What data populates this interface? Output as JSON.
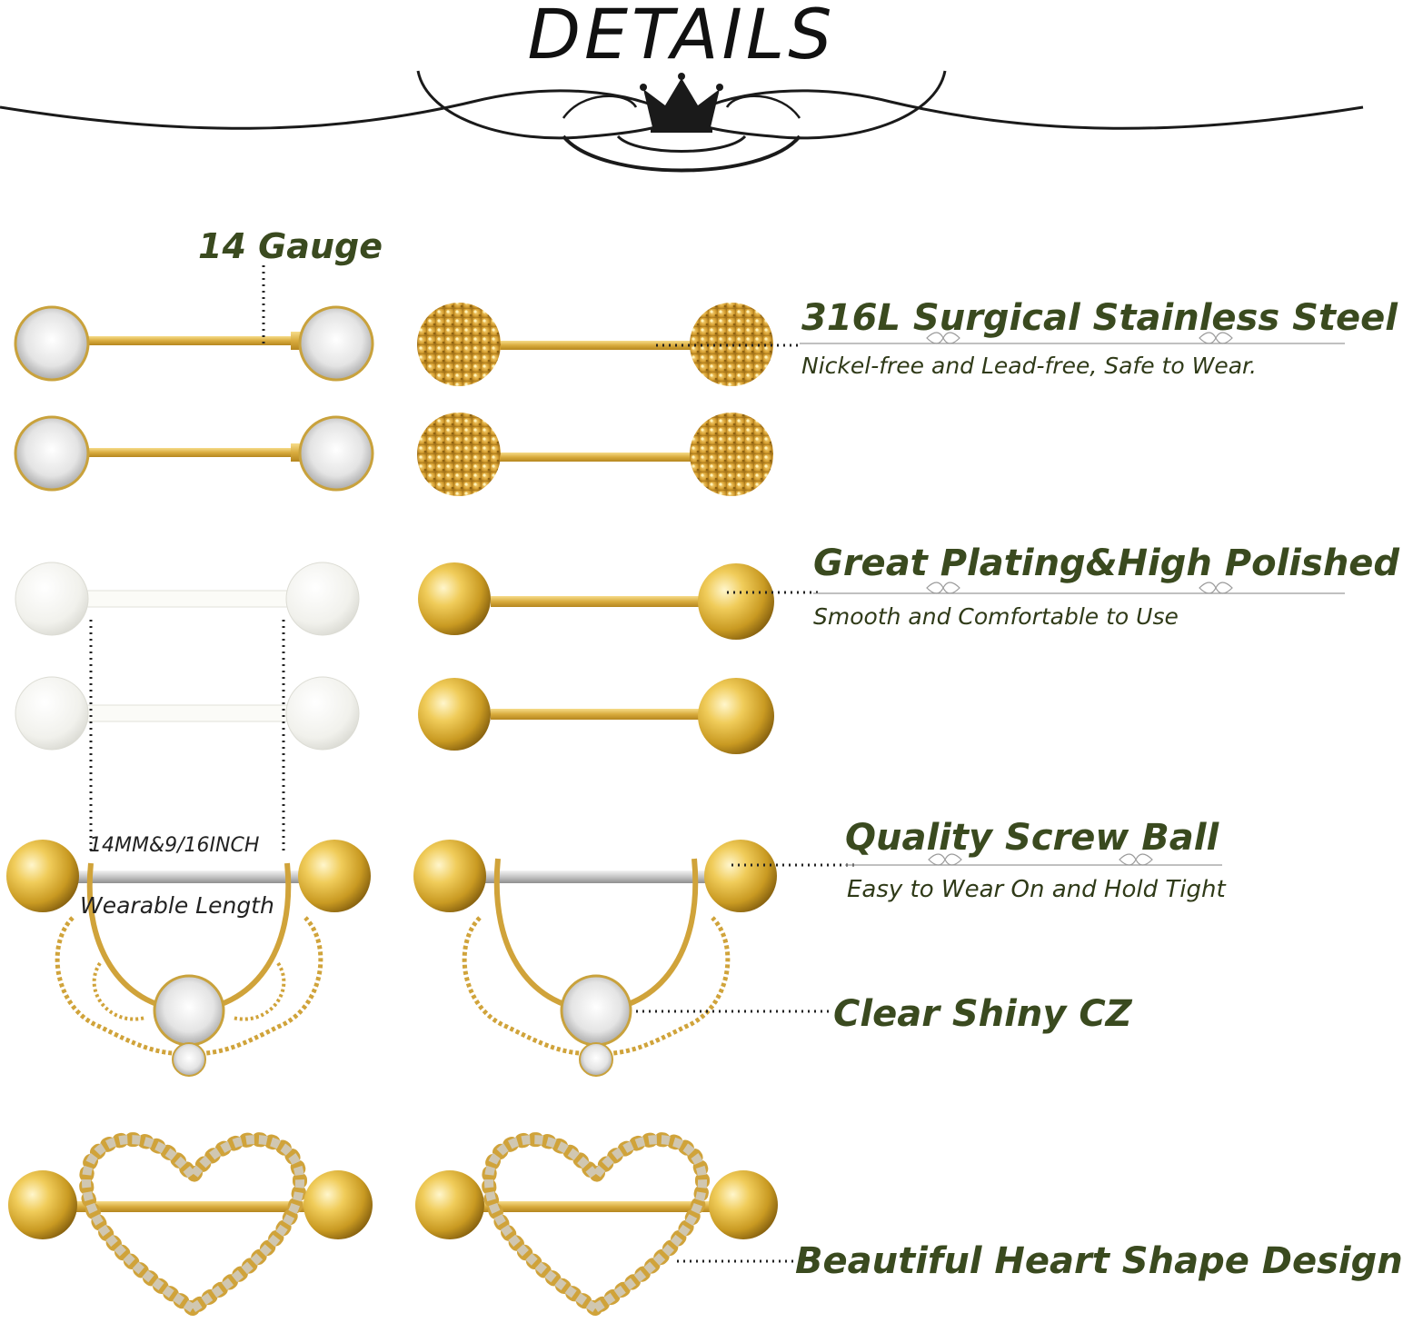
{
  "header": {
    "title": "DETAILS"
  },
  "callouts": {
    "gauge": "14 Gauge",
    "steel_title": "316L Surgical Stainless Steel",
    "steel_sub": "Nickel-free and Lead-free, Safe to Wear.",
    "plating_title": "Great Plating&High Polished",
    "plating_sub": "Smooth and Comfortable to Use",
    "screw_title": "Quality Screw Ball",
    "screw_sub": "Easy to Wear On and Hold Tight",
    "cz_title": "Clear Shiny CZ",
    "heart_title": "Beautiful Heart Shape Design",
    "length_value": "14MM&9/16INCH",
    "length_label": "Wearable Length"
  },
  "colors": {
    "gold": "#d4a93a",
    "text_olive": "#3a4a1f",
    "ornament": "#1a1a1a"
  },
  "icons": [
    "crown-icon",
    "infinity-divider-icon"
  ]
}
